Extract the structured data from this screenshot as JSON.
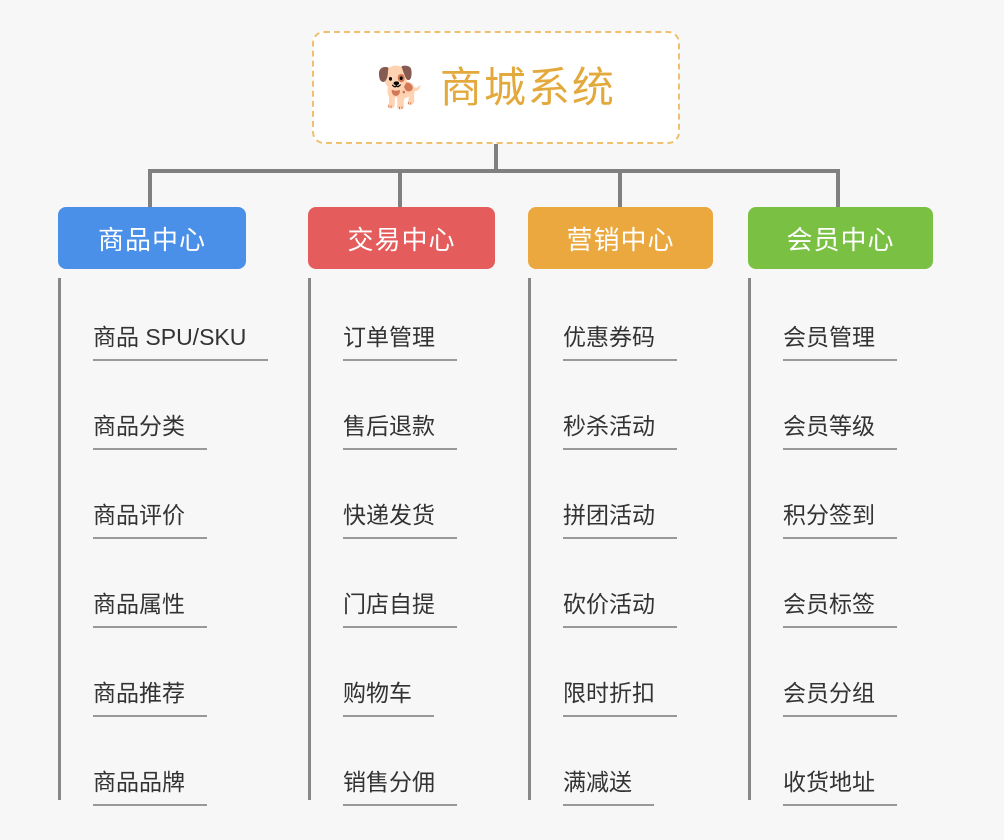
{
  "root": {
    "icon": "shiba-dog-face-icon",
    "icon_glyph": "🐕",
    "title": "商城系统",
    "title_color": "#e3a93c",
    "border_color": "#f0c070"
  },
  "connector_color": "#808080",
  "background_color": "#f7f7f7",
  "columns": [
    {
      "header": "商品中心",
      "color": "#4a90e8",
      "color_name": "blue",
      "items": [
        "商品 SPU/SKU",
        "商品分类",
        "商品评价",
        "商品属性",
        "商品推荐",
        "商品品牌"
      ]
    },
    {
      "header": "交易中心",
      "color": "#e45c5c",
      "color_name": "red",
      "items": [
        "订单管理",
        "售后退款",
        "快递发货",
        "门店自提",
        "购物车",
        "销售分佣"
      ]
    },
    {
      "header": "营销中心",
      "color": "#eaa83f",
      "color_name": "orange",
      "items": [
        "优惠券码",
        "秒杀活动",
        "拼团活动",
        "砍价活动",
        "限时折扣",
        "满减送"
      ]
    },
    {
      "header": "会员中心",
      "color": "#7ac143",
      "color_name": "green",
      "items": [
        "会员管理",
        "会员等级",
        "积分签到",
        "会员标签",
        "会员分组",
        "收货地址"
      ]
    }
  ]
}
